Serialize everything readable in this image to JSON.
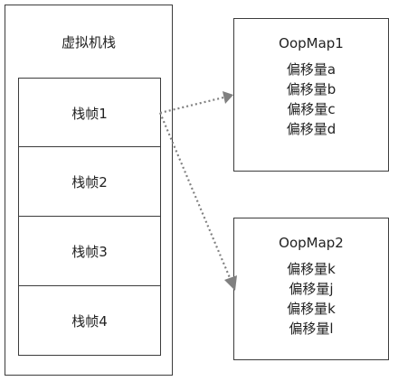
{
  "stack": {
    "title": "虚拟机栈",
    "frames": [
      "栈帧1",
      "栈帧2",
      "栈帧3",
      "栈帧4"
    ]
  },
  "maps": [
    {
      "title": "OopMap1",
      "entries": [
        "偏移量a",
        "偏移量b",
        "偏移量c",
        "偏移量d"
      ]
    },
    {
      "title": "OopMap2",
      "entries": [
        "偏移量k",
        "偏移量j",
        "偏移量k",
        "偏移量l"
      ]
    }
  ],
  "colors": {
    "stroke": "#3c3c3c",
    "arrow": "#808080"
  }
}
